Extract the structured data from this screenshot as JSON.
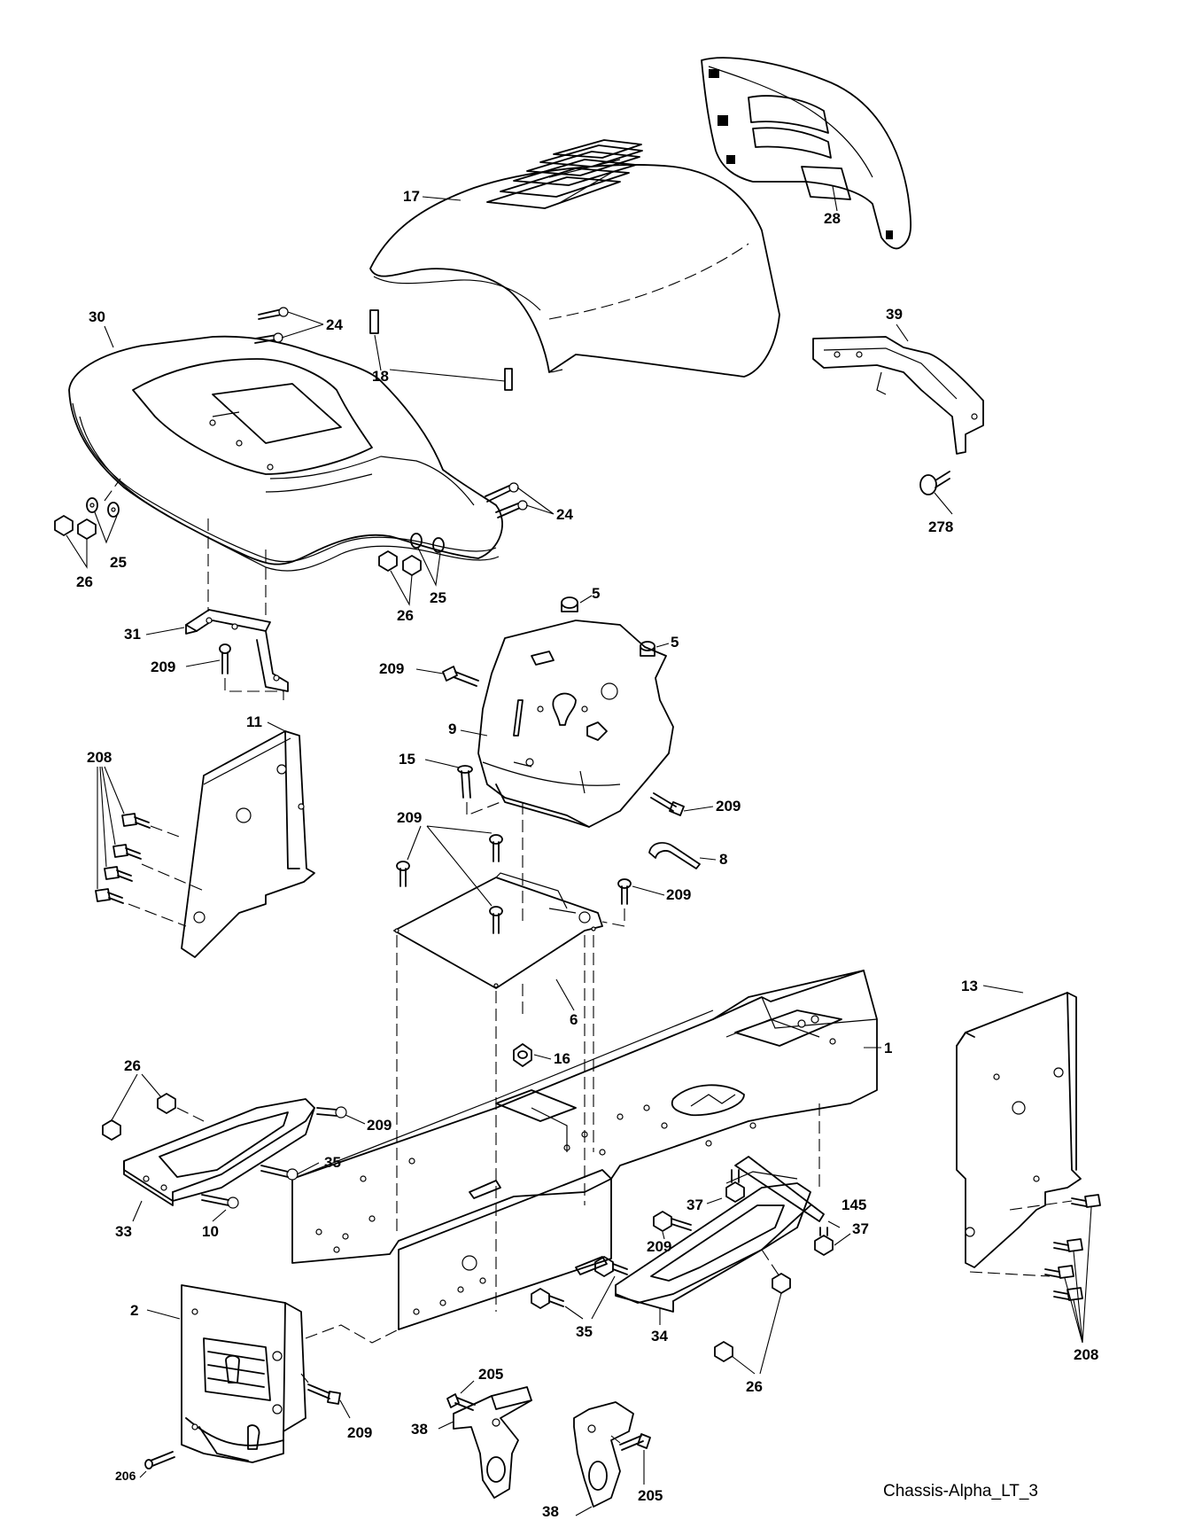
{
  "callouts": [
    {
      "id": "c17",
      "text": "17"
    },
    {
      "id": "c28",
      "text": "28"
    },
    {
      "id": "c30",
      "text": "30"
    },
    {
      "id": "c24a",
      "text": "24"
    },
    {
      "id": "c24b",
      "text": "24"
    },
    {
      "id": "c18",
      "text": "18"
    },
    {
      "id": "c39",
      "text": "39"
    },
    {
      "id": "c278",
      "text": "278"
    },
    {
      "id": "c25a",
      "text": "25"
    },
    {
      "id": "c26a",
      "text": "26"
    },
    {
      "id": "c25b",
      "text": "25"
    },
    {
      "id": "c26b",
      "text": "26"
    },
    {
      "id": "c5a",
      "text": "5"
    },
    {
      "id": "c5b",
      "text": "5"
    },
    {
      "id": "c31",
      "text": "31"
    },
    {
      "id": "c209a",
      "text": "209"
    },
    {
      "id": "c209b",
      "text": "209"
    },
    {
      "id": "c9",
      "text": "9"
    },
    {
      "id": "c208a",
      "text": "208"
    },
    {
      "id": "c11",
      "text": "11"
    },
    {
      "id": "c15",
      "text": "15"
    },
    {
      "id": "c209c",
      "text": "209"
    },
    {
      "id": "c209d",
      "text": "209"
    },
    {
      "id": "c8",
      "text": "8"
    },
    {
      "id": "c209e",
      "text": "209"
    },
    {
      "id": "c6",
      "text": "6"
    },
    {
      "id": "c16",
      "text": "16"
    },
    {
      "id": "c1",
      "text": "1"
    },
    {
      "id": "c26c",
      "text": "26"
    },
    {
      "id": "c13",
      "text": "13"
    },
    {
      "id": "c209f",
      "text": "209"
    },
    {
      "id": "c35a",
      "text": "35"
    },
    {
      "id": "c33",
      "text": "33"
    },
    {
      "id": "c10",
      "text": "10"
    },
    {
      "id": "c37a",
      "text": "37"
    },
    {
      "id": "c145",
      "text": "145"
    },
    {
      "id": "c209g",
      "text": "209"
    },
    {
      "id": "c37b",
      "text": "37"
    },
    {
      "id": "c2",
      "text": "2"
    },
    {
      "id": "c35b",
      "text": "35"
    },
    {
      "id": "c34",
      "text": "34"
    },
    {
      "id": "c208b",
      "text": "208"
    },
    {
      "id": "c205a",
      "text": "205"
    },
    {
      "id": "c26d",
      "text": "26"
    },
    {
      "id": "c38a",
      "text": "38"
    },
    {
      "id": "c209h",
      "text": "209"
    },
    {
      "id": "c206",
      "text": "206"
    },
    {
      "id": "c38b",
      "text": "38"
    },
    {
      "id": "c205b",
      "text": "205"
    }
  ],
  "caption": "Chassis-Alpha_LT_3"
}
